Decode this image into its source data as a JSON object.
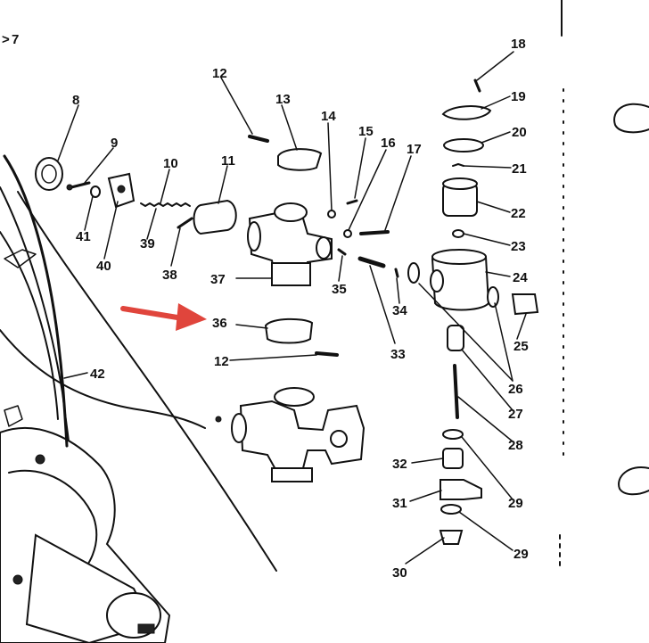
{
  "colors": {
    "ink": "#111111",
    "arrow": "#e0453c",
    "paper": "#ffffff"
  },
  "labels": {
    "ref_page": "7",
    "l8": "8",
    "l9": "9",
    "l10": "10",
    "l11": "11",
    "l12a": "12",
    "l12b": "12",
    "l13": "13",
    "l14": "14",
    "l15": "15",
    "l16": "16",
    "l17": "17",
    "l18": "18",
    "l19": "19",
    "l20": "20",
    "l21": "21",
    "l22": "22",
    "l23": "23",
    "l24": "24",
    "l25": "25",
    "l26": "26",
    "l27": "27",
    "l28": "28",
    "l29a": "29",
    "l29b": "29",
    "l30": "30",
    "l31": "31",
    "l32": "32",
    "l33": "33",
    "l34": "34",
    "l35": "35",
    "l36": "36",
    "l37": "37",
    "l38": "38",
    "l39": "39",
    "l40": "40",
    "l41": "41",
    "l42": "42"
  }
}
